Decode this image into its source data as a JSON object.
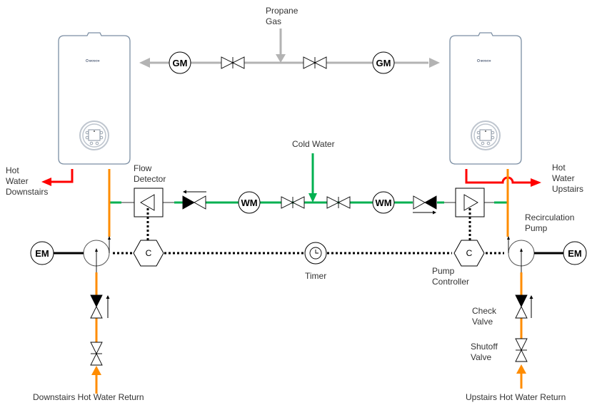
{
  "colors": {
    "gas": "#b3b3b3",
    "cold_water": "#00b050",
    "hot_water": "#ff0000",
    "return_water": "#ff8c00",
    "heater_outline": "#7b8ea3",
    "control_line": "#000000"
  },
  "labels": {
    "propane_gas": [
      "Propane",
      "Gas"
    ],
    "cold_water": "Cold Water",
    "hot_water_downstairs": [
      "Hot",
      "Water",
      "Downstairs"
    ],
    "hot_water_upstairs": [
      "Hot",
      "Water",
      "Upstairs"
    ],
    "flow_detector": [
      "Flow",
      "Detector"
    ],
    "recirculation_pump": [
      "Recirculation",
      "Pump"
    ],
    "timer": "Timer",
    "pump_controller": [
      "Pump",
      "Controller"
    ],
    "check_valve": [
      "Check",
      "Valve"
    ],
    "shutoff_valve": [
      "Shutoff",
      "Valve"
    ],
    "downstairs_return": "Downstairs Hot Water Return",
    "upstairs_return": "Upstairs Hot Water Return"
  },
  "symbols": {
    "gas_meter": "GM",
    "water_meter": "WM",
    "electric_motor": "EM",
    "controller": "C",
    "heater_brand": "BOSCH"
  }
}
